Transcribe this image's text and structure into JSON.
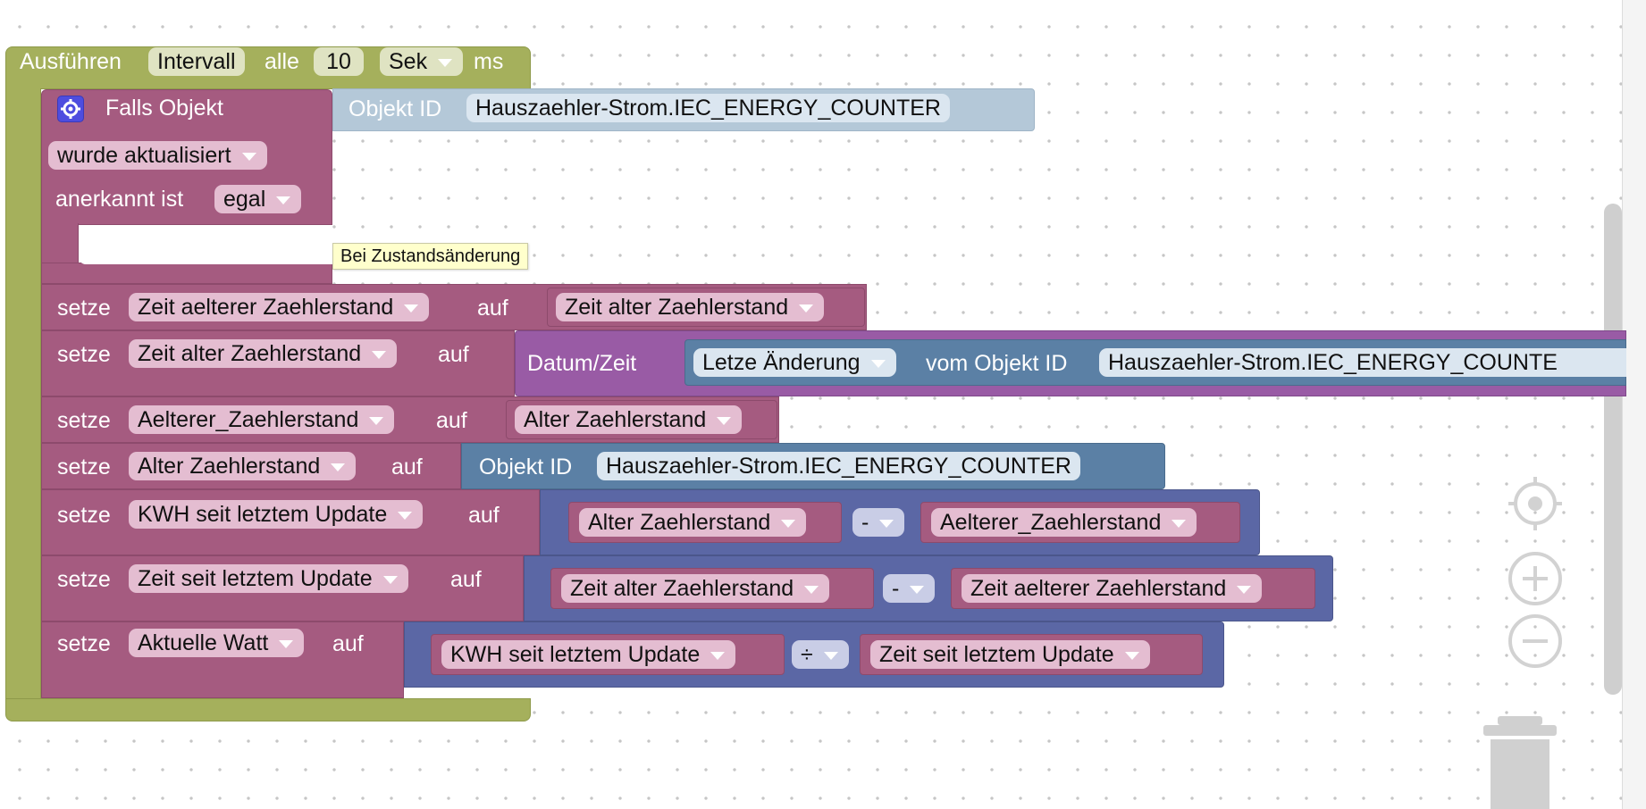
{
  "workspace": {
    "interval_block": {
      "label_run": "Ausführen",
      "mode": "Intervall",
      "every": "alle",
      "value": "10",
      "unit": "Sek",
      "unit_suffix": "ms"
    },
    "trigger_block": {
      "title": "Falls Objekt",
      "event": "wurde aktualisiert",
      "ack_label": "anerkannt ist",
      "ack_value": "egal",
      "object_id_label": "Objekt ID",
      "object_id": "Hauszaehler-Strom.IEC_ENERGY_COUNTER",
      "tooltip": "Bei Zustandsänderung"
    },
    "assignments": [
      {
        "keyword": "setze",
        "variable": "Zeit aelterer Zaehlerstand",
        "to": "auf",
        "value_var": "Zeit alter Zaehlerstand"
      },
      {
        "keyword": "setze",
        "variable": "Zeit alter Zaehlerstand",
        "to": "auf",
        "datetime_label": "Datum/Zeit",
        "datetime_attr": "Letze Änderung",
        "from_object": "vom Objekt ID",
        "object_id": "Hauszaehler-Strom.IEC_ENERGY_COUNTE"
      },
      {
        "keyword": "setze",
        "variable": "Aelterer_Zaehlerstand",
        "to": "auf",
        "value_var": "Alter Zaehlerstand"
      },
      {
        "keyword": "setze",
        "variable": "Alter Zaehlerstand",
        "to": "auf",
        "object_id_label": "Objekt ID",
        "object_id": "Hauszaehler-Strom.IEC_ENERGY_COUNTER"
      },
      {
        "keyword": "setze",
        "variable": "KWH seit letztem Update",
        "to": "auf",
        "left": "Alter Zaehlerstand",
        "op": "-",
        "right": "Aelterer_Zaehlerstand"
      },
      {
        "keyword": "setze",
        "variable": "Zeit seit letztem Update",
        "to": "auf",
        "left": "Zeit alter Zaehlerstand",
        "op": "-",
        "right": "Zeit aelterer Zaehlerstand"
      },
      {
        "keyword": "setze",
        "variable": "Aktuelle Watt",
        "to": "auf",
        "left": "KWH seit letztem Update",
        "op": "÷",
        "right": "Zeit seit letztem Update"
      }
    ]
  },
  "colors": {
    "event_block": "#a5b05c",
    "variable_block": "#a55b80",
    "math_block": "#5b67a5",
    "object_block": "#5b80a5",
    "datetime_block": "#995ba5"
  }
}
